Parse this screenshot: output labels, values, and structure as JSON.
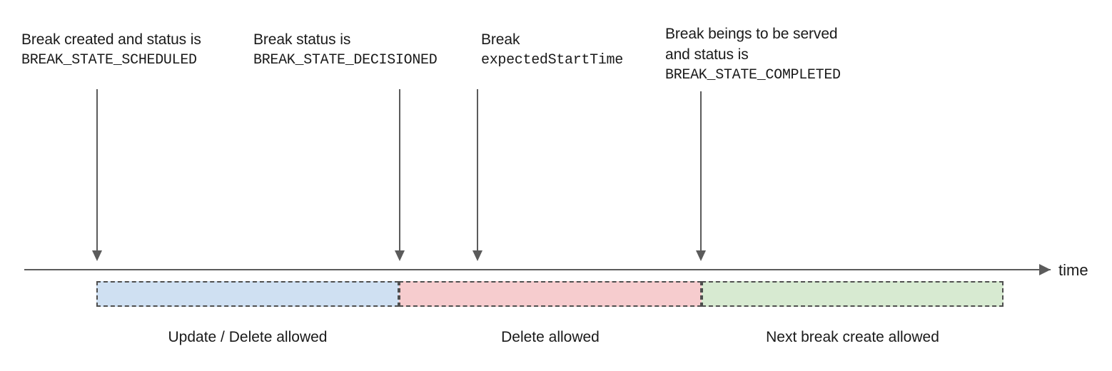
{
  "diagram": {
    "type": "timeline-state-diagram",
    "axis": {
      "label": "time",
      "arrow_direction": "right"
    },
    "annotations": [
      {
        "id": "scheduled",
        "lines": [
          {
            "text": "Break created and status is",
            "style": "sans"
          },
          {
            "text": "BREAK_STATE_SCHEDULED",
            "style": "mono"
          }
        ]
      },
      {
        "id": "decisioned",
        "lines": [
          {
            "text": "Break status is",
            "style": "sans"
          },
          {
            "text": "BREAK_STATE_DECISIONED",
            "style": "mono"
          }
        ]
      },
      {
        "id": "expected-start-time",
        "lines": [
          {
            "text": "Break",
            "style": "sans"
          },
          {
            "text": "expectedStartTime",
            "style": "mono"
          }
        ]
      },
      {
        "id": "completed",
        "lines": [
          {
            "text": "Break beings to be served",
            "style": "sans"
          },
          {
            "text": "and status is",
            "style": "sans"
          },
          {
            "text": "BREAK_STATE_COMPLETED",
            "style": "mono"
          }
        ]
      }
    ],
    "phases": [
      {
        "id": "update-delete",
        "caption": "Update / Delete allowed",
        "color": "#cfe0f2"
      },
      {
        "id": "delete",
        "caption": "Delete allowed",
        "color": "#f6ccce"
      },
      {
        "id": "next-break-create",
        "caption": "Next break create allowed",
        "color": "#d7ead1"
      }
    ],
    "colors": {
      "axis": "#5b5b5b",
      "arrow": "#5b5b5b",
      "bar_border": "#4f4f4f",
      "text": "#1a1a1a",
      "background": "#ffffff"
    }
  }
}
